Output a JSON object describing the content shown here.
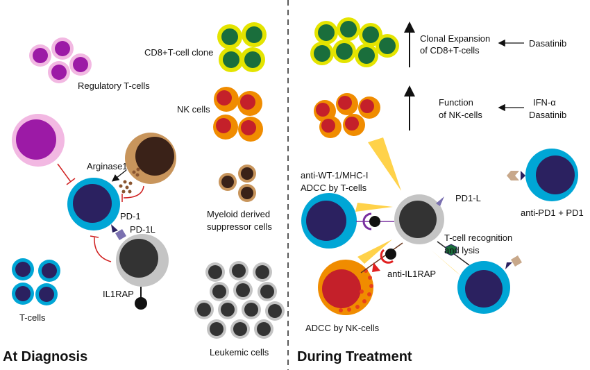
{
  "left_panel": {
    "title": "At Diagnosis",
    "labels": {
      "regulatory_t_cells": "Regulatory T-cells",
      "cd8_clone": "CD8+T-cell clone",
      "nk_cells": "NK cells",
      "arginase": "Arginase1",
      "pd1": "PD-1",
      "pd1l": "PD-1L",
      "il1rap": "IL1RAP",
      "myeloid_1": "Myeloid derived",
      "myeloid_2": "suppressor cells",
      "t_cells": "T-cells",
      "leukemic_cells": "Leukemic cells"
    }
  },
  "right_panel": {
    "title": "During Treatment",
    "labels": {
      "clonal_1": "Clonal Expansion",
      "clonal_2": "of CD8+T-cells",
      "dasatinib_1": "Dasatinib",
      "function_1": "Function",
      "function_2": "of NK-cells",
      "ifn": "IFN-α",
      "dasatinib_2": "Dasatinib",
      "wt1_1": "anti-WT-1/MHC-I",
      "wt1_2": "ADCC by T-cells",
      "pd1l": "PD1-L",
      "anti_pd1": "anti-PD1 + PD1",
      "tcell_rec_1": "T-cell recognition",
      "tcell_rec_2": "and lysis",
      "anti_il1rap": "anti-IL1RAP",
      "adcc_nk": "ADCC by NK-cells"
    }
  },
  "colors": {
    "treg_outer": "#f2b8e2",
    "treg_inner": "#9c1aa6",
    "tcell_outer": "#00a6d6",
    "tcell_inner": "#2b2160",
    "cd8_outer": "#e4e400",
    "cd8_inner": "#1a6e3c",
    "nk_outer": "#f08c00",
    "nk_inner": "#c4202a",
    "mdsc_outer": "#c8955c",
    "mdsc_inner": "#3a2218",
    "leuk_outer": "#c4c4c4",
    "leuk_inner": "#333333",
    "inhibit": "#d02020",
    "signal": "#ffd24a"
  }
}
